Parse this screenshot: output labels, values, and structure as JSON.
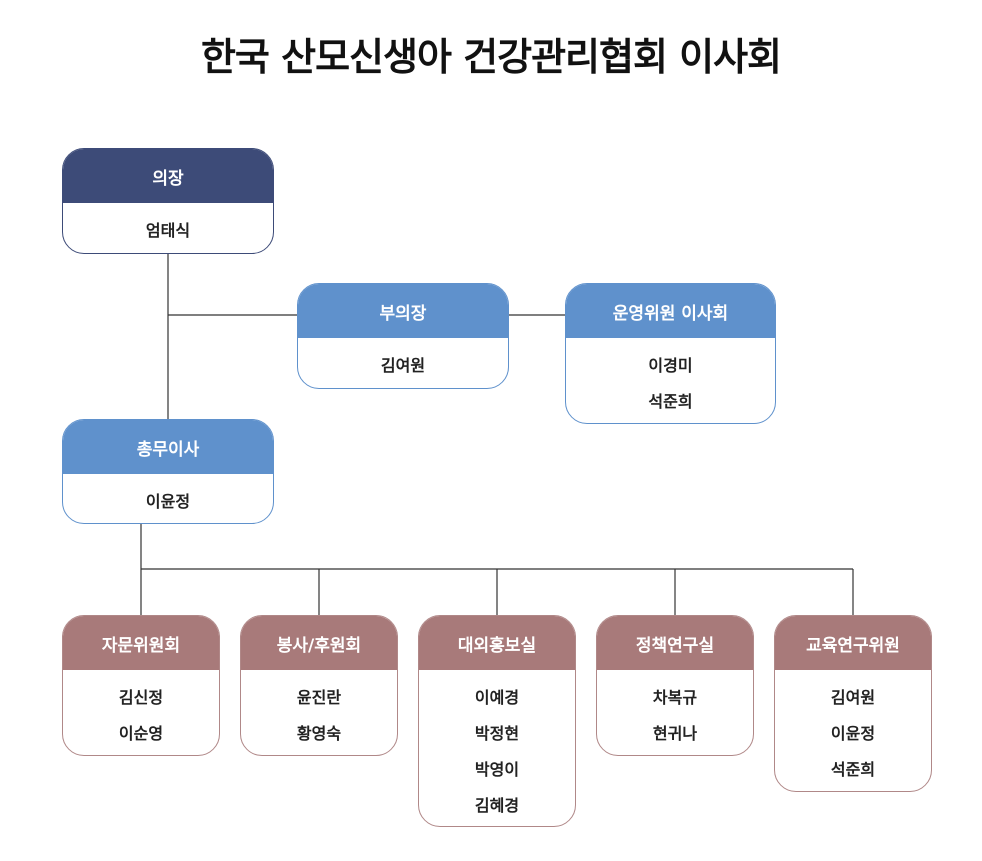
{
  "title": "한국 산모신생아 건강관리협회 이사회",
  "colors": {
    "chair": "#3d4b78",
    "executive": "#5f91cc",
    "committee": "#a87a7a",
    "line": "#333333"
  },
  "chair": {
    "label": "의장",
    "members": [
      "엄태식"
    ]
  },
  "vice_chair": {
    "label": "부의장",
    "members": [
      "김여원"
    ]
  },
  "operating_committee": {
    "label": "운영위원 이사회",
    "members": [
      "이경미",
      "석준희"
    ]
  },
  "secretary_general": {
    "label": "총무이사",
    "members": [
      "이윤정"
    ]
  },
  "departments": [
    {
      "label": "자문위원회",
      "members": [
        "김신정",
        "이순영"
      ]
    },
    {
      "label": "봉사/후원회",
      "members": [
        "윤진란",
        "황영숙"
      ]
    },
    {
      "label": "대외홍보실",
      "members": [
        "이예경",
        "박정현",
        "박영이",
        "김혜경"
      ]
    },
    {
      "label": "정책연구실",
      "members": [
        "차복규",
        "현귀나"
      ]
    },
    {
      "label": "교육연구위원",
      "members": [
        "김여원",
        "이윤정",
        "석준희"
      ]
    }
  ]
}
